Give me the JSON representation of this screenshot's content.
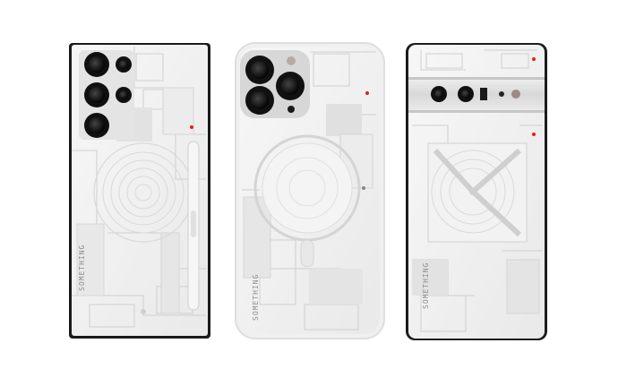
{
  "scene": {
    "description_kind": "product photo",
    "background_color": "#ffffff"
  },
  "phones": [
    {
      "brand_text": "SOMETHING",
      "skin_color": "#f2f2f2",
      "accent": "#e02020"
    },
    {
      "brand_text": "SOMETHING",
      "skin_color": "#f4f4f4",
      "accent": "#e02020"
    },
    {
      "brand_text": "SOMETHING",
      "skin_color": "#f2f2f2",
      "accent": "#e02020"
    }
  ]
}
